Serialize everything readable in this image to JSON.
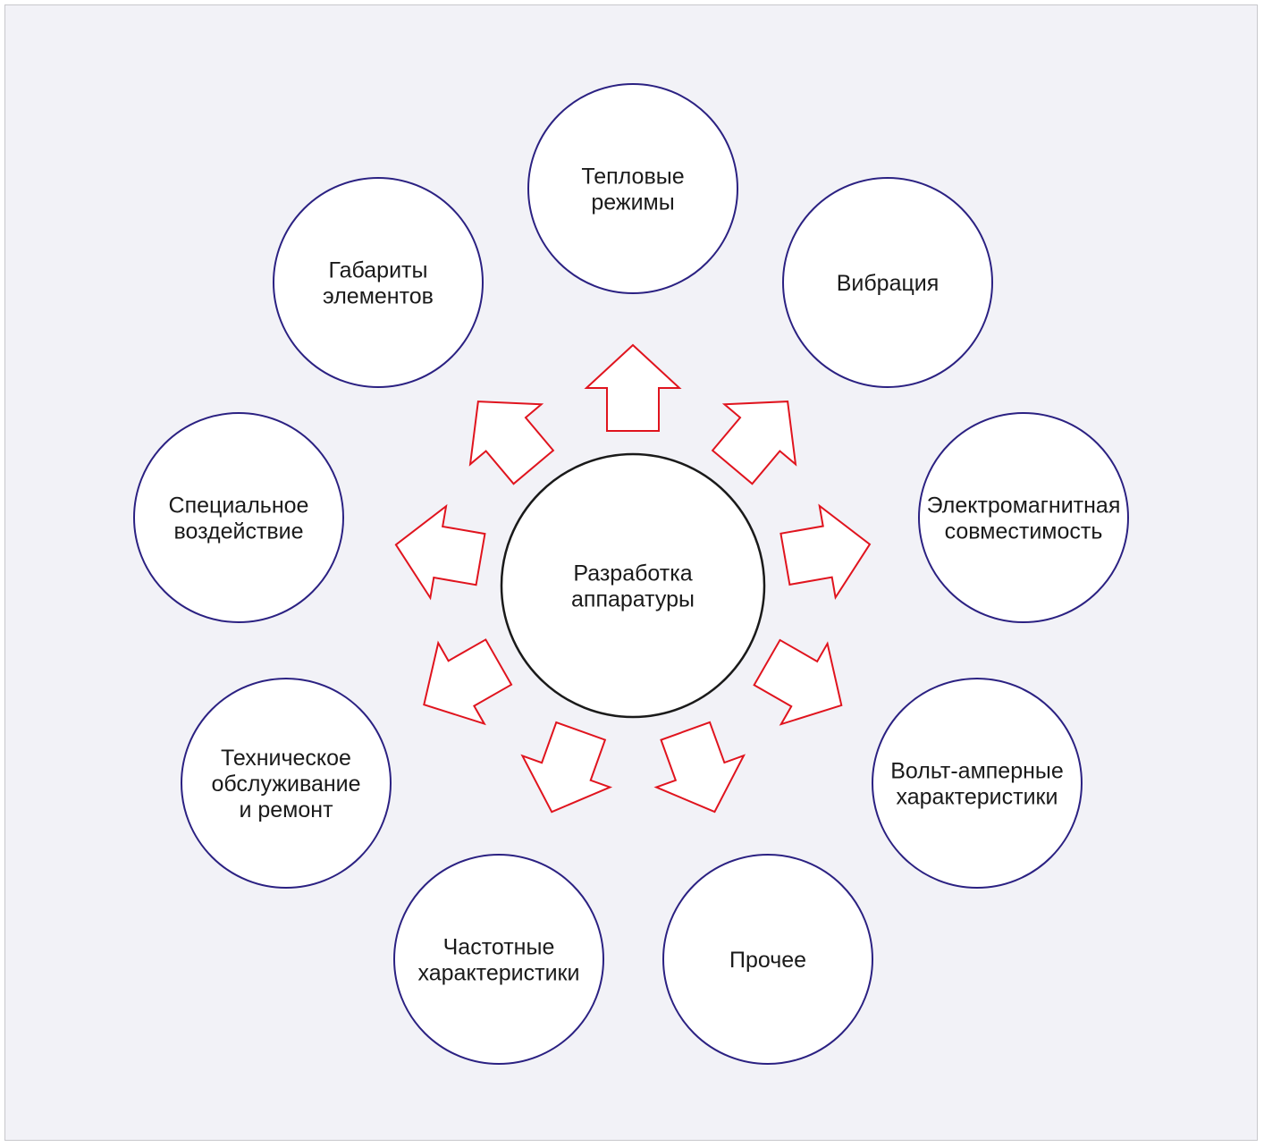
{
  "colors": {
    "background": "#f2f2f7",
    "frame_border": "#c8c8cc",
    "center_circle_stroke": "#1a1a1a",
    "outer_circle_stroke": "#2b2182",
    "circle_fill": "#ffffff",
    "arrow_stroke": "#e0141e",
    "arrow_fill": "#ffffff",
    "text": "#1a1a1a"
  },
  "center": {
    "lines": [
      "Разработка",
      "аппаратуры"
    ]
  },
  "nodes": [
    {
      "id": "thermal-modes",
      "lines": [
        "Тепловые",
        "режимы"
      ]
    },
    {
      "id": "vibration",
      "lines": [
        "Вибрация"
      ]
    },
    {
      "id": "emc",
      "lines": [
        "Электромагнитная",
        "совместимость"
      ]
    },
    {
      "id": "volt-ampere",
      "lines": [
        "Вольт-амперные",
        "характеристики"
      ]
    },
    {
      "id": "other",
      "lines": [
        "Прочее"
      ]
    },
    {
      "id": "frequency",
      "lines": [
        "Частотные",
        "характеристики"
      ]
    },
    {
      "id": "maintenance",
      "lines": [
        "Техническое",
        "обслуживание",
        "и ремонт"
      ]
    },
    {
      "id": "special-impact",
      "lines": [
        "Специальное",
        "воздействие"
      ]
    },
    {
      "id": "element-dimensions",
      "lines": [
        "Габариты",
        "элементов"
      ]
    }
  ]
}
